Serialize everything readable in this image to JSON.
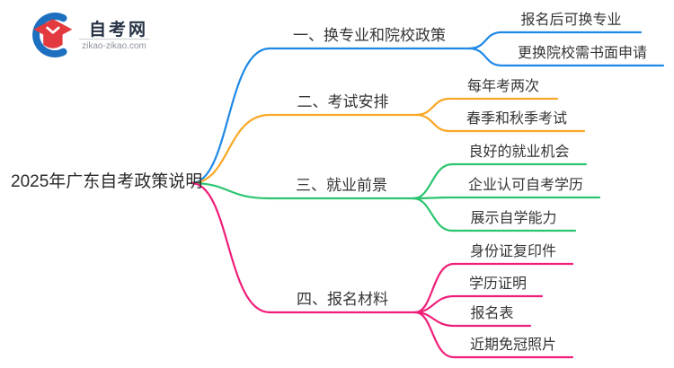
{
  "logo": {
    "site_name": "自考网",
    "site_url": "zikao-zikao.com",
    "icon": "graduation-cap-icon",
    "cap_color": "#e23a3f",
    "swoosh_color": "#1d6fc0"
  },
  "mindmap": {
    "root": "2025年广东自考政策说明",
    "text_color": "#353535",
    "branches": [
      {
        "label": "一、换专业和院校政策",
        "color": "#1E88E5",
        "children": [
          "报名后可换专业",
          "更换院校需书面申请"
        ]
      },
      {
        "label": "二、考试安排",
        "color": "#F9A825",
        "children": [
          "每年考两次",
          "春季和秋季考试"
        ]
      },
      {
        "label": "三、就业前景",
        "color": "#2BC56F",
        "children": [
          "良好的就业机会",
          "企业认可自考学历",
          "展示自学能力"
        ]
      },
      {
        "label": "四、报名材料",
        "color": "#EF1E78",
        "children": [
          "身份证复印件",
          "学历证明",
          "报名表",
          "近期免冠照片"
        ]
      }
    ]
  }
}
